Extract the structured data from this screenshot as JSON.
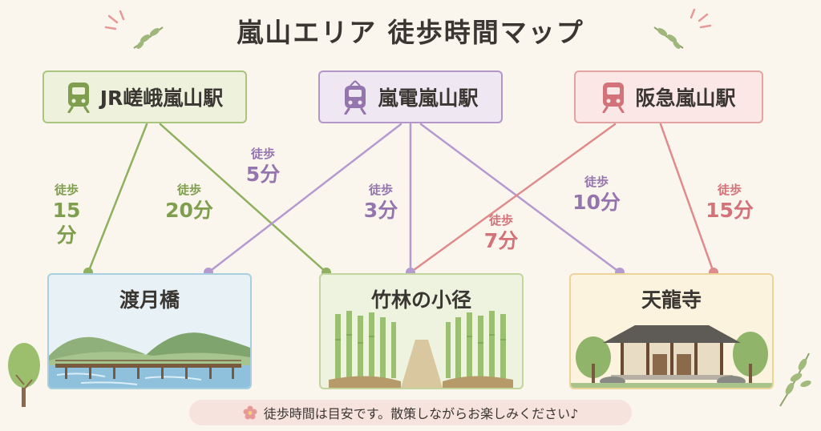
{
  "title": "嵐山エリア 徒歩時間マップ",
  "stations": {
    "jr": {
      "name": "JR嵯峨嵐山駅",
      "color": "#7f9e4e"
    },
    "randen": {
      "name": "嵐電嵐山駅",
      "color": "#9575ad"
    },
    "hankyu": {
      "name": "阪急嵐山駅",
      "color": "#d2737a"
    }
  },
  "destinations": {
    "togetsu": {
      "name": "渡月橋"
    },
    "bamboo": {
      "name": "竹林の小径"
    },
    "tenryu": {
      "name": "天龍寺"
    }
  },
  "routes": {
    "jr_togetsu": {
      "walk": "徒歩",
      "time": "15分"
    },
    "jr_bamboo": {
      "walk": "徒歩",
      "time": "20分"
    },
    "randen_togetsu": {
      "walk": "徒歩",
      "time": "5分"
    },
    "randen_bamboo": {
      "walk": "徒歩",
      "time": "3分"
    },
    "randen_tenryu": {
      "walk": "徒歩",
      "time": "10分"
    },
    "hankyu_bamboo": {
      "walk": "徒歩",
      "time": "7分"
    },
    "hankyu_tenryu": {
      "walk": "徒歩",
      "time": "15分"
    }
  },
  "note": "徒歩時間は目安です。散策しながらお楽しみください♪",
  "icons": [
    "train-icon",
    "sakura-icon",
    "leaf-sprig-icon",
    "tree-icon"
  ]
}
